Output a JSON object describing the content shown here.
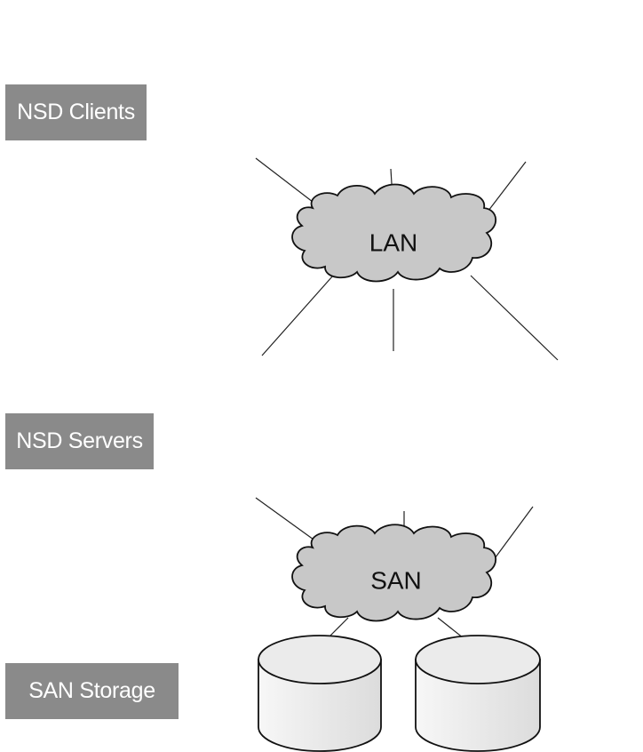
{
  "labels": {
    "clients": "NSD Clients",
    "servers": "NSD Servers",
    "storage": "SAN Storage"
  },
  "networks": {
    "lan": "LAN",
    "san": "SAN"
  },
  "colors": {
    "label_bg": "#8a8a8a",
    "server_front": "#e9e0cd",
    "server_side": "#cfc4ab",
    "server_shadow": "#d7c8ab",
    "cloud": "#c8c8c8",
    "disk": "#eeeeee"
  }
}
